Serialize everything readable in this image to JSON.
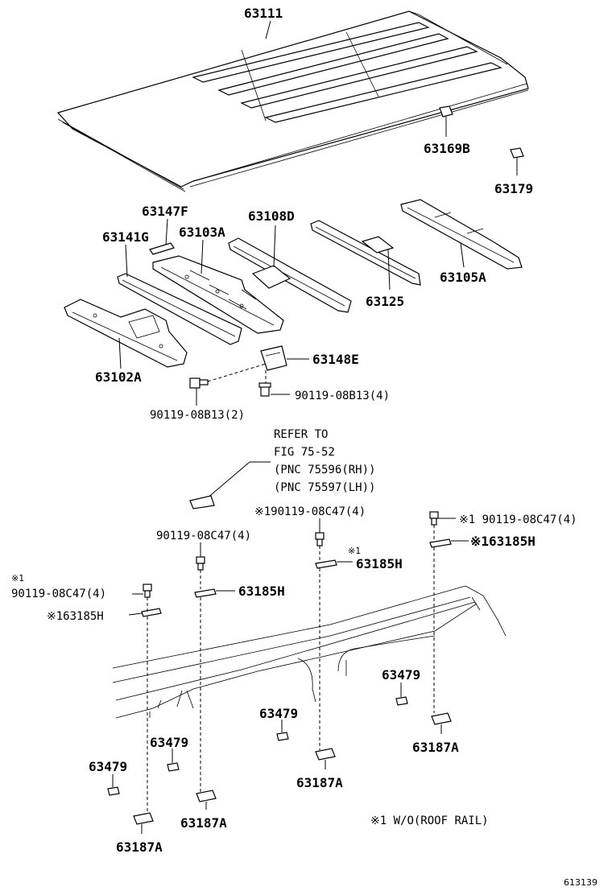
{
  "labels": {
    "p63111": "63111",
    "p63169b": "63169B",
    "p63179": "63179",
    "p63147f": "63147F",
    "p63141g": "63141G",
    "p63103a": "63103A",
    "p63108d": "63108D",
    "p63125": "63125",
    "p63105a": "63105A",
    "p63102a": "63102A",
    "p63148e": "63148E",
    "bolt_rh": "90119-08B13(4)",
    "bolt_lh": "90119-08B13(2)",
    "refer1": "REFER TO",
    "refer2": "FIG 75-52",
    "refer3": "(PNC 75596(RH))",
    "refer4": "(PNC 75597(LH))",
    "screw_c1": "※190119-08C47(4)",
    "screw_r1": "※1 90119-08C47(4)",
    "screw_m": "90119-08C47(4)",
    "note_mark_l": "※1",
    "screw_l": "90119-08C47(4)",
    "clip_c": "※1",
    "clip_c_num": "63185H",
    "clip_r": "※163185H",
    "clip_m": "63185H",
    "clip_l": "※163185H",
    "pad1": "63479",
    "pad2": "63479",
    "pad3": "63479",
    "pad4": "63479",
    "nut_r": "63187A",
    "nut_c": "63187A",
    "nut_m": "63187A",
    "nut_l": "63187A",
    "footnote": "※1  W/O(ROOF RAIL)",
    "figure_id": "613139"
  }
}
